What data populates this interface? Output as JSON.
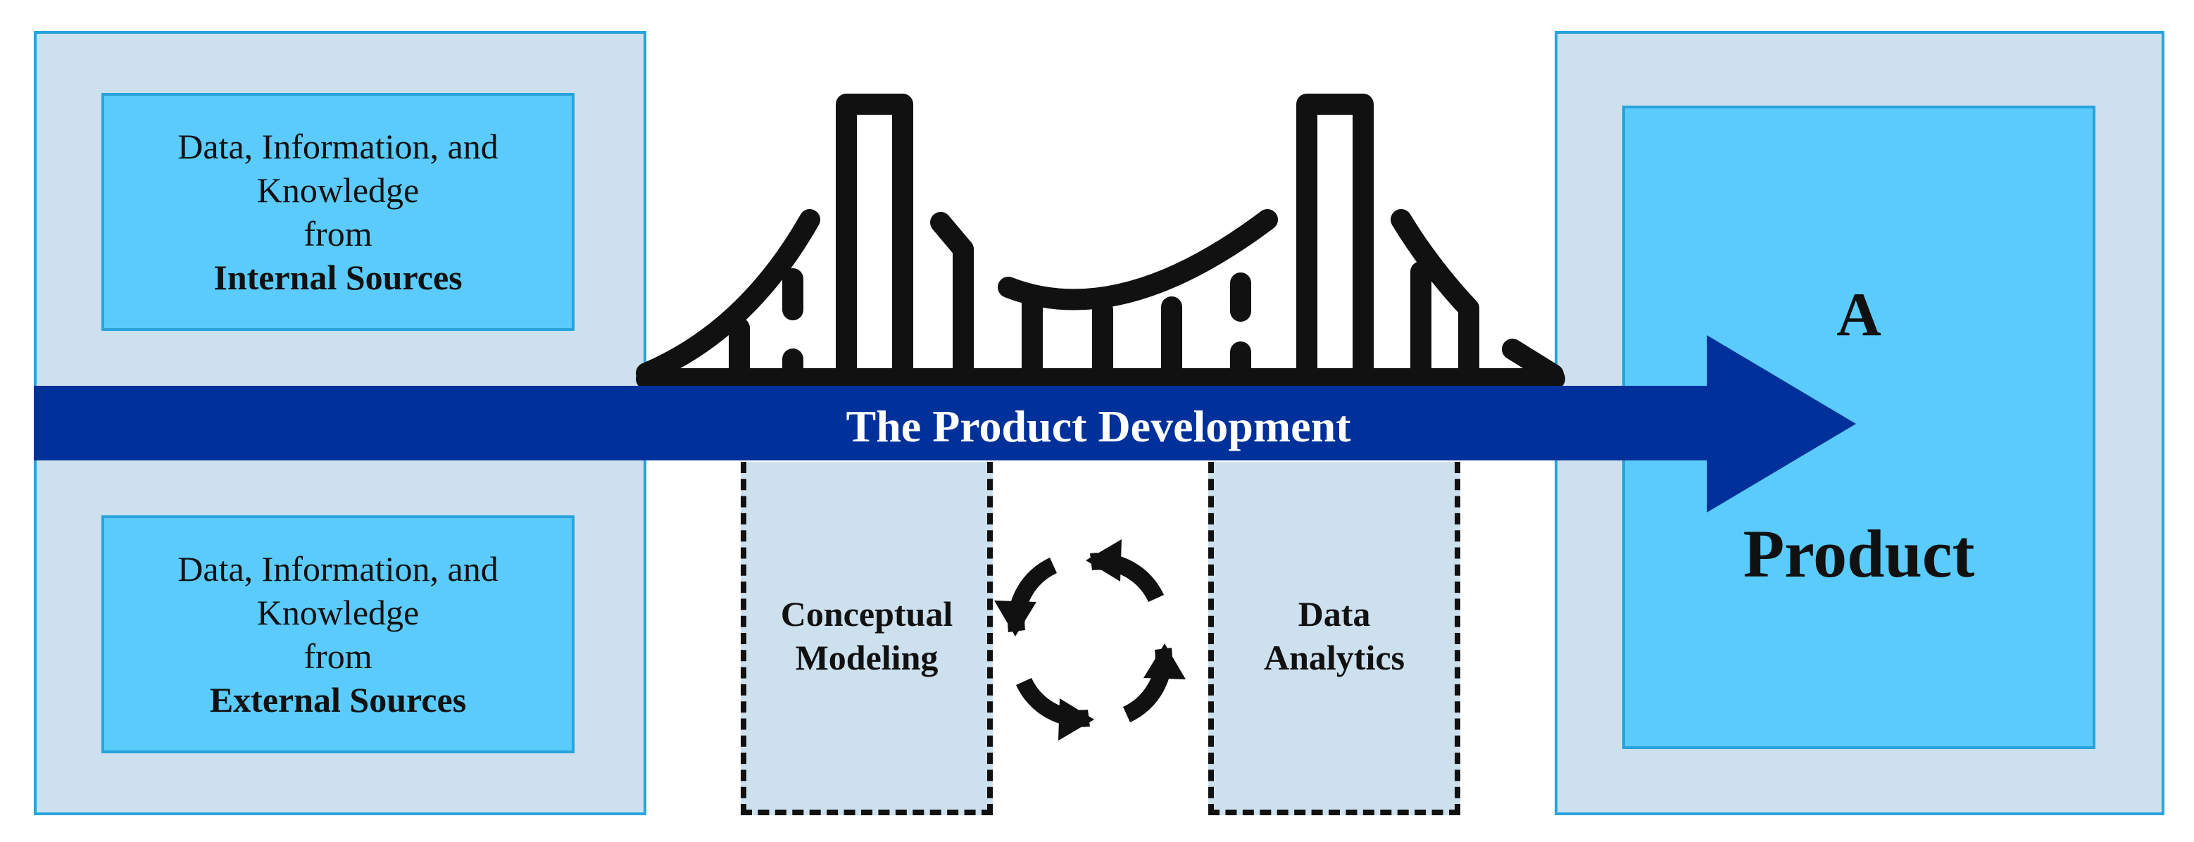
{
  "colors": {
    "outer_panel": "#cde0ee",
    "inner_panel": "#5bcbfb",
    "panel_border": "#2aa3dc",
    "arrow": "#00319a",
    "bridge": "#111111"
  },
  "sources": {
    "internal": {
      "line1": "Data, Information, and",
      "line2": "Knowledge",
      "line3": "from",
      "line4": "Internal Sources"
    },
    "external": {
      "line1": "Data, Information, and",
      "line2": "Knowledge",
      "line3": "from",
      "line4": "External Sources"
    }
  },
  "arrow": {
    "label": "The Product Development"
  },
  "methods": {
    "conceptual": {
      "line1": "Conceptual",
      "line2": "Modeling"
    },
    "analytics": {
      "line1": "Data",
      "line2": "Analytics"
    }
  },
  "product": {
    "letter": "A",
    "word": "Product"
  },
  "icons": {
    "bridge": "suspension-bridge-icon",
    "cycle": "cycle-arrows-icon"
  }
}
